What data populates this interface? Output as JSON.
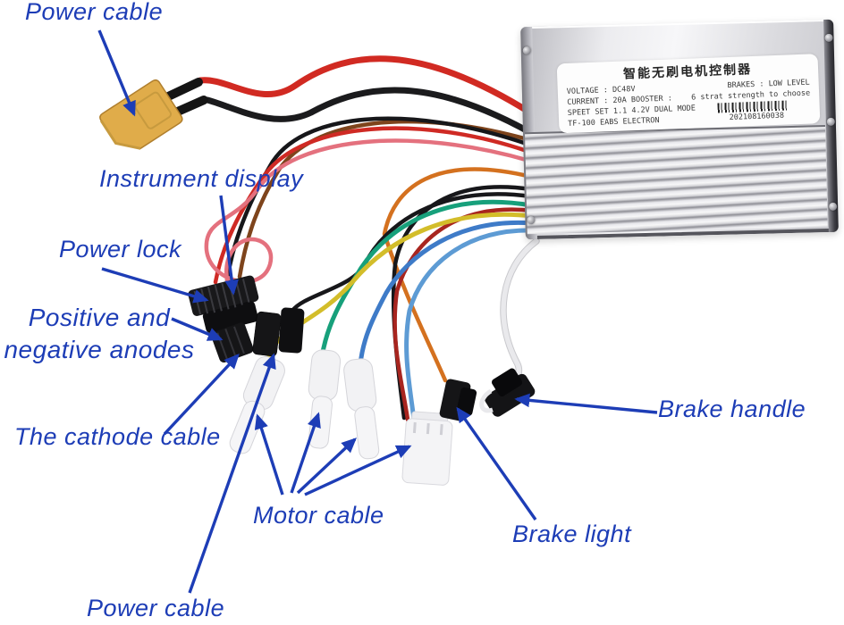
{
  "annotations": {
    "color": "#1d3db6",
    "power_cable_top": "Power cable",
    "instrument_display": "Instrument display",
    "power_lock": "Power lock",
    "anodes_line1": "Positive and",
    "anodes_line2": "negative anodes",
    "cathode_cable": "The cathode cable",
    "motor_cable": "Motor cable",
    "power_cable_bottom": "Power cable",
    "brake_light": "Brake light",
    "brake_handle": "Brake handle"
  },
  "controller_label": {
    "title": "智能无刷电机控制器",
    "row1_left": "VOLTAGE :  DC48V",
    "row1_right": "BRAKES : LOW LEVEL",
    "row2_left": "CURRENT : 20A BOOSTER :",
    "row2_right": "6 strat strength to choose",
    "row3_left": "SPEET SET 1.1  4.2V DUAL MODE",
    "row4_left": "TF-100 EABS ELECTRON",
    "row4_right": "202108160038"
  },
  "photo": {
    "xt60_color": "#e0ac4a",
    "wire_colors": {
      "power_red": "#d12a22",
      "power_black": "#1b1b1d",
      "signal_red": "#cf2a24",
      "pink": "#e4717e",
      "orange": "#d4711f",
      "brown": "#7e441c",
      "black": "#17171a",
      "teal": "#17a07b",
      "yellow": "#d3bd2a",
      "blue": "#3e7bc8",
      "light_blue": "#5d9bd4",
      "dark_red": "#a8251f",
      "white": "#e9e9ec",
      "sleeve": "#151515"
    }
  }
}
